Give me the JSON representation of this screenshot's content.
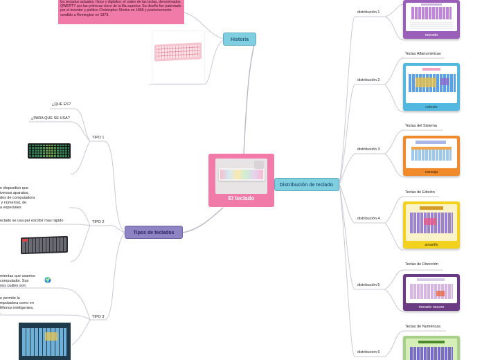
{
  "center": {
    "title": "El teclado"
  },
  "history": {
    "label": "Historia",
    "note": "los teclados actuales, físico y digitales: el orden de las teclas, denominados QWERTY por las primeras cinco de la fila superior. Su diseño fue patentado por el inventor y político Christopher Sholes en 1868 y posteriormente vendido a Remington en 1873."
  },
  "types": {
    "label": "Tipos de teclados",
    "tipo1": {
      "label": "TIPO 1",
      "q1": "¿QUE ES?",
      "q2": "¿PARA QUE SE USA?"
    },
    "tipo2": {
      "label": "TIPO 2",
      "text1": "n dispositivo que\niversos aparatos,\ndos de computadora\n y números), de\na especiales",
      "text2": "eclado se usa par escribir mas rápido"
    },
    "tipo3": {
      "label": "TIPO 3",
      "text1": "mientas que usamos\ncomputador. Sus\nnos cuáles son:",
      "text2": "e permite la\nmputadora como en\nléfonos inteligentes,\n."
    }
  },
  "distribution": {
    "label": "Distribución de teclado",
    "items": [
      {
        "label": "distribución 1",
        "title": "",
        "caption": "morado"
      },
      {
        "label": "distribución 2",
        "title": "Teclas Alfanuméricas",
        "caption": "celeste"
      },
      {
        "label": "distribución 3",
        "title": "Teclas del Sistema",
        "caption": "naranja"
      },
      {
        "label": "distribución 4",
        "title": "Teclas de Edición",
        "caption": "amarillo"
      },
      {
        "label": "distribución 5",
        "title": "Teclas de Dirección",
        "caption": "morado oscuro"
      },
      {
        "label": "distribucion 6",
        "title": "Teclas de Numéricas",
        "caption": ""
      }
    ]
  },
  "colors": {
    "history_topic": "#7ecfe0",
    "types_topic": "#8e84c4",
    "dist_topic": "#7ecfe0",
    "center": "#f07aa8",
    "card_morado": "#9a5fb8",
    "card_celeste": "#52b8e0",
    "card_naranja": "#f08a2a",
    "card_amarillo": "#f2d21e",
    "card_morado_oscuro": "#6a3a82",
    "card_verde": "#a8d088"
  }
}
